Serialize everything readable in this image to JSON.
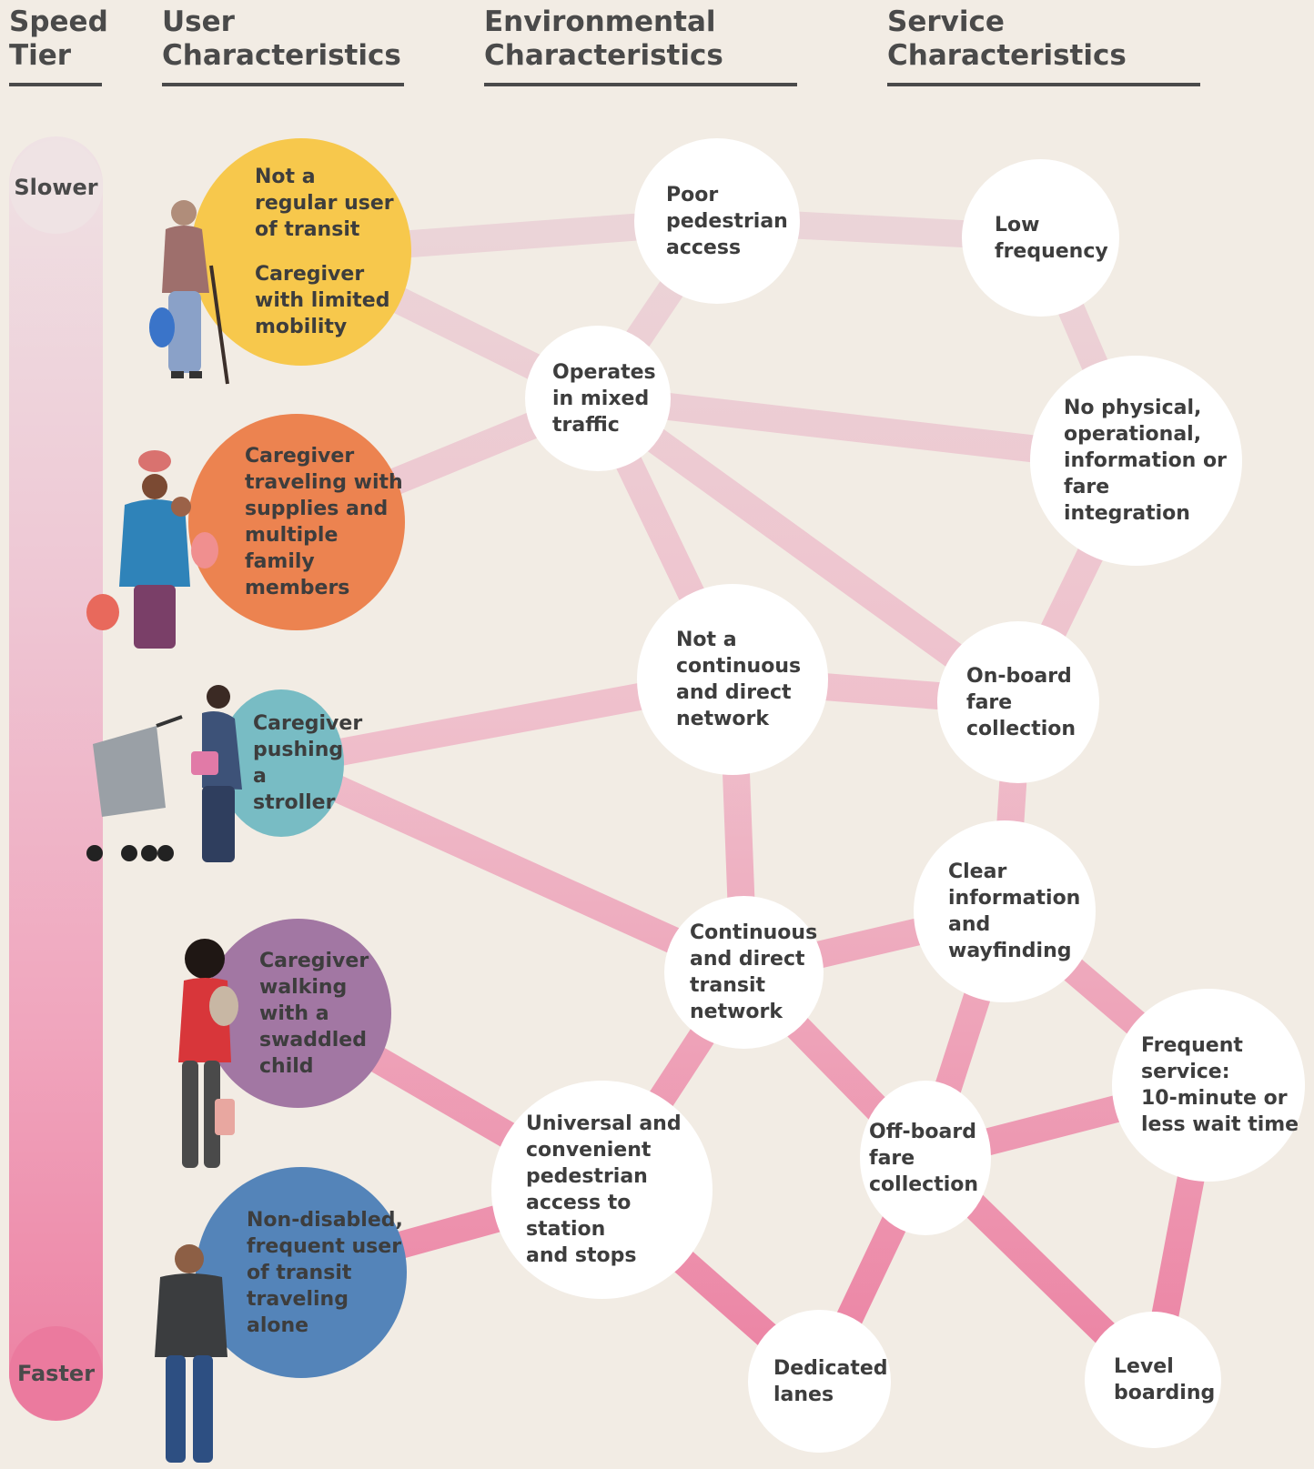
{
  "headers": {
    "speed_tier": [
      "Speed",
      "Tier"
    ],
    "user": [
      "User",
      "Characteristics"
    ],
    "environmental": [
      "Environmental",
      "Characteristics"
    ],
    "service": [
      "Service",
      "Characteristics"
    ]
  },
  "speed_tier": {
    "slower": "Slower",
    "faster": "Faster"
  },
  "user_nodes": {
    "occasional": {
      "lines": [
        "Not a",
        "regular user",
        "of transit",
        "",
        "Caregiver",
        "with limited",
        "mobility"
      ],
      "color": "#f7c84c"
    },
    "supplies": {
      "lines": [
        "Caregiver",
        "traveling with",
        "supplies and",
        "multiple",
        "family",
        "members"
      ],
      "color": "#ec8350"
    },
    "stroller": {
      "lines": [
        "Caregiver",
        "pushing a",
        "stroller"
      ],
      "color": "#78bcc4"
    },
    "swaddled": {
      "lines": [
        "Caregiver",
        "walking",
        "with a",
        "swaddled",
        "child"
      ],
      "color": "#a277a3"
    },
    "nondisabled": {
      "lines": [
        "Non-disabled,",
        "frequent user",
        "of transit",
        "traveling",
        "alone"
      ],
      "color": "#5484b9"
    }
  },
  "env_nodes": {
    "poor_access": [
      "Poor",
      "pedestrian",
      "access"
    ],
    "mixed_traffic": [
      "Operates",
      "in mixed",
      "traffic"
    ],
    "not_continuous": [
      "Not a",
      "continuous",
      "and direct",
      "network"
    ],
    "continuous": [
      "Continuous",
      "and direct",
      "transit",
      "network"
    ],
    "universal_access": [
      "Universal and",
      "convenient",
      "pedestrian",
      "access to station",
      "and stops"
    ],
    "dedicated_lanes": [
      "Dedicated",
      "lanes"
    ]
  },
  "service_nodes": {
    "low_frequency": [
      "Low",
      "frequency"
    ],
    "no_integration": [
      "No physical,",
      "operational,",
      "information or",
      "fare integration"
    ],
    "onboard_fare": [
      "On-board",
      "fare",
      "collection"
    ],
    "clear_info": [
      "Clear",
      "information",
      "and",
      "wayfinding"
    ],
    "frequent_service": [
      "Frequent",
      "service:",
      "10-minute or",
      "less wait time"
    ],
    "offboard_fare": [
      "Off-board",
      "fare",
      "collection"
    ],
    "level_boarding": [
      "Level",
      "boarding"
    ]
  },
  "connections": [
    [
      "occasional",
      "poor_access"
    ],
    [
      "occasional",
      "mixed_traffic"
    ],
    [
      "supplies",
      "mixed_traffic"
    ],
    [
      "poor_access",
      "mixed_traffic"
    ],
    [
      "poor_access",
      "low_frequency"
    ],
    [
      "low_frequency",
      "no_integration"
    ],
    [
      "mixed_traffic",
      "no_integration"
    ],
    [
      "mixed_traffic",
      "not_continuous"
    ],
    [
      "mixed_traffic",
      "onboard_fare"
    ],
    [
      "no_integration",
      "onboard_fare"
    ],
    [
      "stroller",
      "not_continuous"
    ],
    [
      "not_continuous",
      "onboard_fare"
    ],
    [
      "not_continuous",
      "continuous"
    ],
    [
      "stroller",
      "continuous"
    ],
    [
      "onboard_fare",
      "clear_info"
    ],
    [
      "continuous",
      "clear_info"
    ],
    [
      "continuous",
      "universal_access"
    ],
    [
      "continuous",
      "offboard_fare"
    ],
    [
      "clear_info",
      "offboard_fare"
    ],
    [
      "clear_info",
      "frequent_service"
    ],
    [
      "swaddled",
      "universal_access"
    ],
    [
      "nondisabled",
      "universal_access"
    ],
    [
      "universal_access",
      "dedicated_lanes"
    ],
    [
      "offboard_fare",
      "dedicated_lanes"
    ],
    [
      "offboard_fare",
      "frequent_service"
    ],
    [
      "offboard_fare",
      "level_boarding"
    ],
    [
      "frequent_service",
      "level_boarding"
    ]
  ],
  "colors": {
    "background": "#f2ece4",
    "header_text": "#4a4a4a",
    "env_fill": "#ffffff",
    "link_top": "#ead8da",
    "link_bottom": "#ec7fa1",
    "person_icon": "person-silhouette-icon"
  }
}
